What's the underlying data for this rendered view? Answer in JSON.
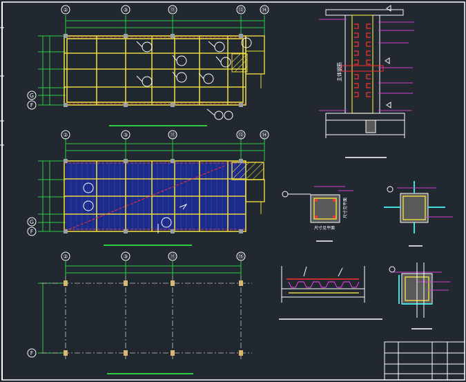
{
  "colors": {
    "background": "#212830",
    "border": "#ffffff",
    "beam": "#e8d840",
    "dimension": "#2ecc40",
    "axis_line": "#ff5050",
    "slab": "#1c2b8a",
    "column": "#9aa0a8",
    "leader": "#d040d0",
    "rebar_red": "#ff3030",
    "cyan": "#40e0e0",
    "white": "#ffffff"
  },
  "plan_top": {
    "axis_labels": [
      "②",
      "③",
      "⑪",
      "⑬",
      "⑭"
    ],
    "row_labels": [
      "G",
      "F"
    ]
  },
  "plan_middle": {
    "axis_labels": [
      "②",
      "③",
      "⑪",
      "⑬",
      "⑭"
    ],
    "row_labels": [
      "G",
      "F"
    ]
  },
  "plan_bottom": {
    "axis_labels": [
      "②",
      "③",
      "⑪",
      "⑮"
    ],
    "row_labels": [
      "F"
    ]
  },
  "section": {
    "vertical_label": "主体钢筋"
  },
  "column_detail": {
    "caption": "尺寸见平面",
    "side_note": "尺寸见平面"
  },
  "icons": {
    "callout": "circle-callout-icon",
    "grid_bubble": "grid-bubble-icon"
  }
}
